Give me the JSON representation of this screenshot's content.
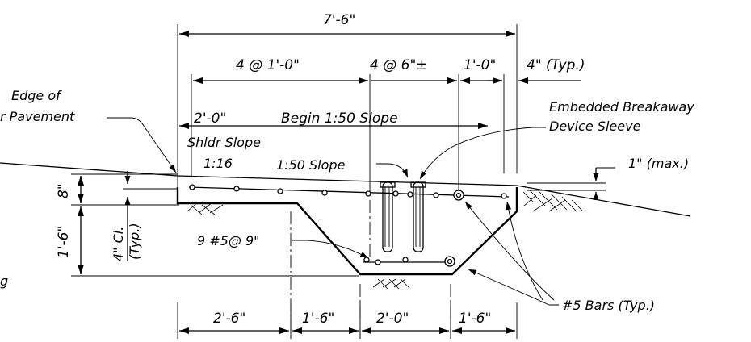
{
  "dimensions": {
    "overall": "7'-6\"",
    "spacing_4_at_1ft": "4  @ 1'-0\"",
    "spacing_4_at_6in": "4  @ 6\"±",
    "one_ft": "1'-0\"",
    "four_typ": "4\" (Typ.)",
    "two_ft": "2'-0\"",
    "begin_slope": "Begin 1:50  Slope",
    "one_inch_max": "1\" (max.)",
    "eight_in": "8\"",
    "one_ft_six": "1'-6\"",
    "clear_cover_a": "4\" Cl.",
    "clear_cover_b": "(Typ.)",
    "rebar_spec": "9  #5@ 9\"",
    "bottom": [
      "2'-6\"",
      "1'-6\"",
      "2'-0\"",
      "1'-6\""
    ]
  },
  "labels": {
    "edge_of_line1": "Edge of",
    "edge_of_line2": "r Pavement",
    "shldr_slope": "Shldr Slope",
    "ratio_1_16": "1:16",
    "slope_1_50": "1:50  Slope",
    "breakaway_line1": "Embedded Breakaway",
    "breakaway_line2": "Device Sleeve",
    "bars_typ": "#5 Bars (Typ.)",
    "edge_letter": "g"
  }
}
